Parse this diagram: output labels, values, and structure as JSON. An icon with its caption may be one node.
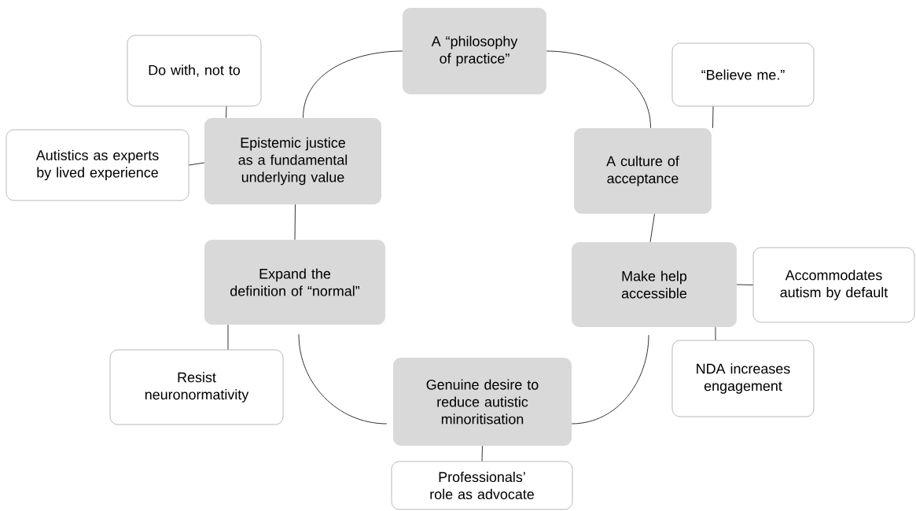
{
  "diagram": {
    "nodes": [
      {
        "text": [
          "A “philosophy of practice”"
        ]
      },
      {
        "text": [
          "A culture of acceptance"
        ]
      },
      {
        "text": [
          "Make help accessible"
        ]
      },
      {
        "text": [
          "Genuine desire to reduce autistic minoritisation"
        ]
      },
      {
        "text": [
          "Expand the definition of “normal”"
        ]
      },
      {
        "text": [
          "Epistemic justice as a fundamental underlying value"
        ]
      },
      {
        "text": [
          "Do with, not to"
        ]
      },
      {
        "text": [
          "Autistics as experts by lived experience"
        ]
      },
      {
        "text": [
          "“Believe me.”"
        ]
      },
      {
        "text": [
          "Accommodates autism by default"
        ]
      },
      {
        "text": [
          "NDA increases engagement"
        ]
      },
      {
        "text": [
          "Professionals’ role as advocate"
        ]
      },
      {
        "text": [
          "Resist neuronormativity"
        ]
      }
    ],
    "edges": [
      {
        "from": 5,
        "to": 0,
        "arrow": "none"
      },
      {
        "from": 0,
        "to": 1,
        "arrow": "none"
      },
      {
        "from": 1,
        "to": 2,
        "arrow": "none"
      },
      {
        "from": 2,
        "to": 3,
        "arrow": "none"
      },
      {
        "from": 3,
        "to": 4,
        "arrow": "none"
      },
      {
        "from": 4,
        "to": 5,
        "arrow": "none"
      },
      {
        "from": 6,
        "to": 5,
        "arrow": "none"
      },
      {
        "from": 7,
        "to": 5,
        "arrow": "none"
      },
      {
        "from": 8,
        "to": 1,
        "arrow": "none"
      },
      {
        "from": 2,
        "to": 9,
        "arrow": "none"
      },
      {
        "from": 2,
        "to": 10,
        "arrow": "none"
      },
      {
        "from": 3,
        "to": 11,
        "arrow": "none"
      },
      {
        "from": 4,
        "to": 12,
        "arrow": "none"
      }
    ]
  }
}
